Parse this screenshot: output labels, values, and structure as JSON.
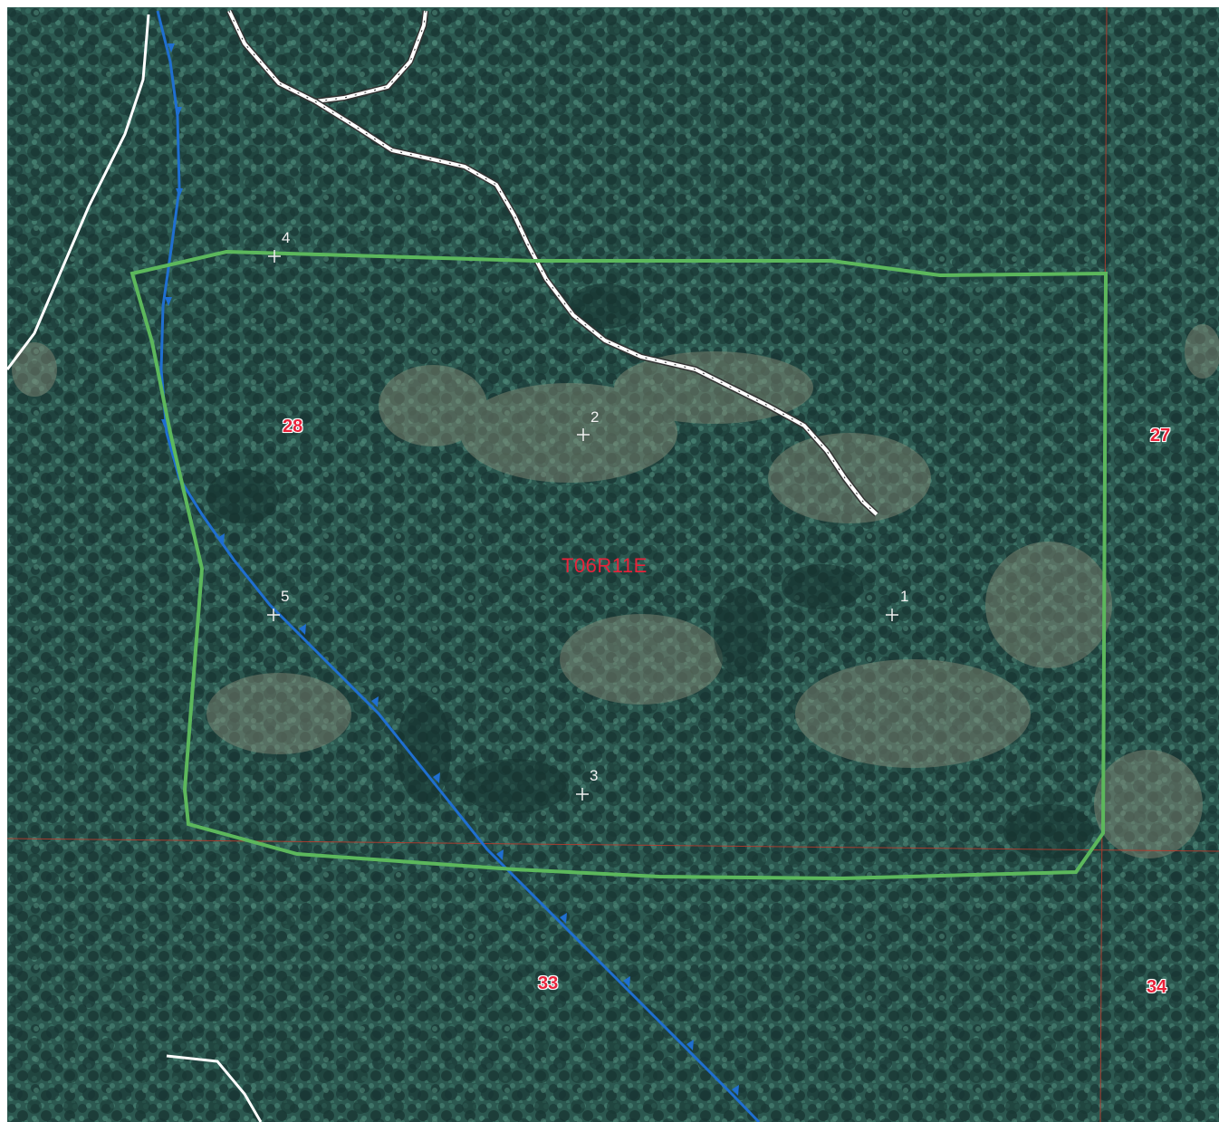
{
  "map": {
    "township_label": "T06R11E",
    "sections": [
      {
        "id": "28",
        "label": "28"
      },
      {
        "id": "27",
        "label": "27"
      },
      {
        "id": "33",
        "label": "33"
      },
      {
        "id": "34",
        "label": "34"
      }
    ],
    "plot_points": [
      {
        "id": "1",
        "label": "1"
      },
      {
        "id": "2",
        "label": "2"
      },
      {
        "id": "3",
        "label": "3"
      },
      {
        "id": "4",
        "label": "4"
      },
      {
        "id": "5",
        "label": "5"
      }
    ],
    "layers": {
      "unit_boundary": {
        "color": "#5cb85c"
      },
      "stream": {
        "color": "#1f6fd1"
      },
      "skid_trail": {
        "color": "#ffffff"
      },
      "road": {
        "color": "#ffffff"
      },
      "section_lines": {
        "color": "#c0392b"
      }
    },
    "colors": {
      "label_red": "#e8223a",
      "forest_dark": "#1f4440",
      "forest_mid": "#2f5a52",
      "clearing": "#8a8f78"
    }
  }
}
